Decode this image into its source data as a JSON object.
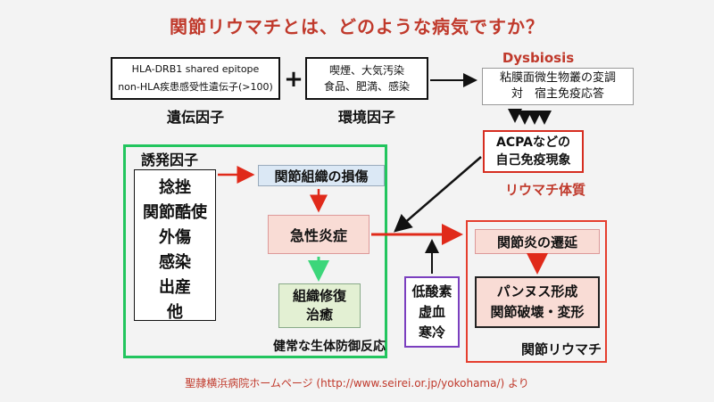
{
  "title": "関節リウマチとは、どのような病気ですか？",
  "genetic": {
    "line1": "HLA-DRB1 shared epitope",
    "line2": "non-HLA疾患感受性遺伝子(>100)",
    "label": "遺伝因子"
  },
  "plus": "+",
  "environment": {
    "line1": "喫煙、大気汚染",
    "line2": "食品、肥満、感染",
    "label": "環境因子"
  },
  "dysbiosis": {
    "heading": "Dysbiosis",
    "line1": "粘膜面微生物叢の変調",
    "line2": "対　宿主免疫応答"
  },
  "acpa": {
    "line1": "ACPAなどの",
    "line2": "自己免疫現象",
    "label": "リウマチ体質"
  },
  "trigger": {
    "heading": "誘発因子",
    "items": [
      "捻挫",
      "関節酷使",
      "外傷",
      "感染",
      "出産",
      "他"
    ]
  },
  "injury": "関節組織の損傷",
  "inflammation": "急性炎症",
  "repair": {
    "line1": "組織修復",
    "line2": "治癒"
  },
  "defense_label": "健常な生体防御反応",
  "hypoxia": [
    "低酸素",
    "虚血",
    "寒冷"
  ],
  "prolonged": "関節炎の遷延",
  "pannus": {
    "line1": "パンヌス形成",
    "line2": "関節破壊・変形"
  },
  "ra_label": "関節リウマチ",
  "source": "聖隷横浜病院ホームページ (http://www.seirei.or.jp/yokohama/) より",
  "colors": {
    "title_red": "#c0392b",
    "green_frame": "#22c55e",
    "red_frame": "#e53e2e",
    "purple_frame": "#7b3fbf",
    "injury_fill": "#dbe8f5",
    "inflammation_fill": "#f9dcd5",
    "repair_fill": "#e3f0d3",
    "arrow_red": "#e02a1a",
    "arrow_green": "#3cd67a"
  }
}
